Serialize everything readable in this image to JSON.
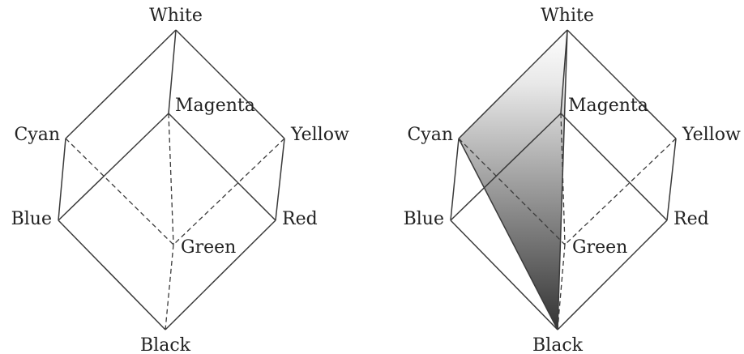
{
  "figure": {
    "panels": [
      {
        "id": "left",
        "shaded_plane": false,
        "labels": {
          "white": "White",
          "magenta": "Magenta",
          "cyan": "Cyan",
          "yellow": "Yellow",
          "blue": "Blue",
          "red": "Red",
          "green": "Green",
          "black": "Black"
        }
      },
      {
        "id": "right",
        "shaded_plane": true,
        "plane_vertices": [
          "White",
          "Cyan",
          "Black"
        ],
        "labels": {
          "white": "White",
          "magenta": "Magenta",
          "cyan": "Cyan",
          "yellow": "Yellow",
          "blue": "Blue",
          "red": "Red",
          "green": "Green",
          "black": "Black"
        }
      }
    ],
    "colors": {
      "edge": "#3a3a3a",
      "label": "#222222",
      "plane_top": "#ffffff",
      "plane_bottom": "#333333"
    }
  }
}
